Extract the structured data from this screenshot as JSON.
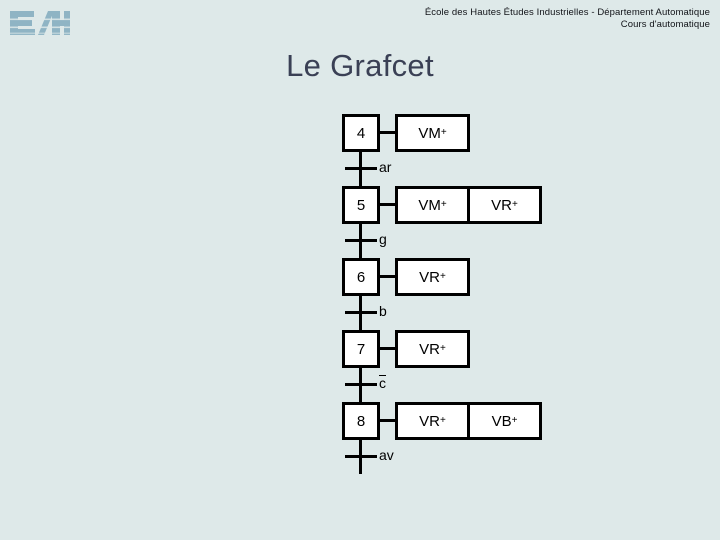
{
  "header": {
    "line1": "École des Hautes Études Industrielles - Département Automatique",
    "line2": "Cours d'automatique",
    "logo_text": "EHI"
  },
  "title": "Le Grafcet",
  "colors": {
    "background": "#dee9e9",
    "title": "#3a4055",
    "logo": "#8fb4c4",
    "diagram_stroke": "#000000",
    "box_fill": "#ffffff"
  },
  "grafcet": {
    "rows": [
      {
        "step": "4",
        "actions": [
          {
            "base": "VM",
            "sup": "+"
          }
        ],
        "transition": {
          "label": "ar",
          "negated": false
        }
      },
      {
        "step": "5",
        "actions": [
          {
            "base": "VM",
            "sup": "+"
          },
          {
            "base": "VR",
            "sup": "+"
          }
        ],
        "transition": {
          "label": "g",
          "negated": false
        }
      },
      {
        "step": "6",
        "actions": [
          {
            "base": "VR",
            "sup": "+"
          }
        ],
        "transition": {
          "label": "b",
          "negated": false
        }
      },
      {
        "step": "7",
        "actions": [
          {
            "base": "VR",
            "sup": "+"
          }
        ],
        "transition": {
          "label": "c",
          "negated": true
        }
      },
      {
        "step": "8",
        "actions": [
          {
            "base": "VR",
            "sup": "+"
          },
          {
            "base": "VB",
            "sup": "+"
          }
        ],
        "transition": {
          "label": "av",
          "negated": false
        }
      }
    ]
  }
}
